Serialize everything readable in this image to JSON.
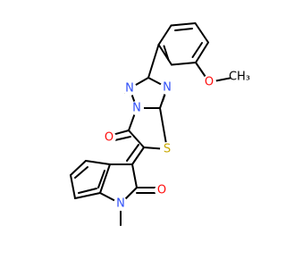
{
  "structure": {
    "atom_labels": {
      "methoxy_oxygen": "O",
      "methyl": "CH₃",
      "triazole_n1": "N",
      "triazole_n2": "N",
      "triazole_n3": "N",
      "thiazole_sulfur": "S",
      "thiazolone_oxygen": "O",
      "indolinone_oxygen": "O",
      "indoline_nitrogen": "N"
    },
    "colors": {
      "bond": "#000000",
      "nitrogen": "#3050f8",
      "oxygen": "#ff0d0d",
      "sulfur": "#c8a800",
      "carbon_label": "#000000"
    }
  }
}
